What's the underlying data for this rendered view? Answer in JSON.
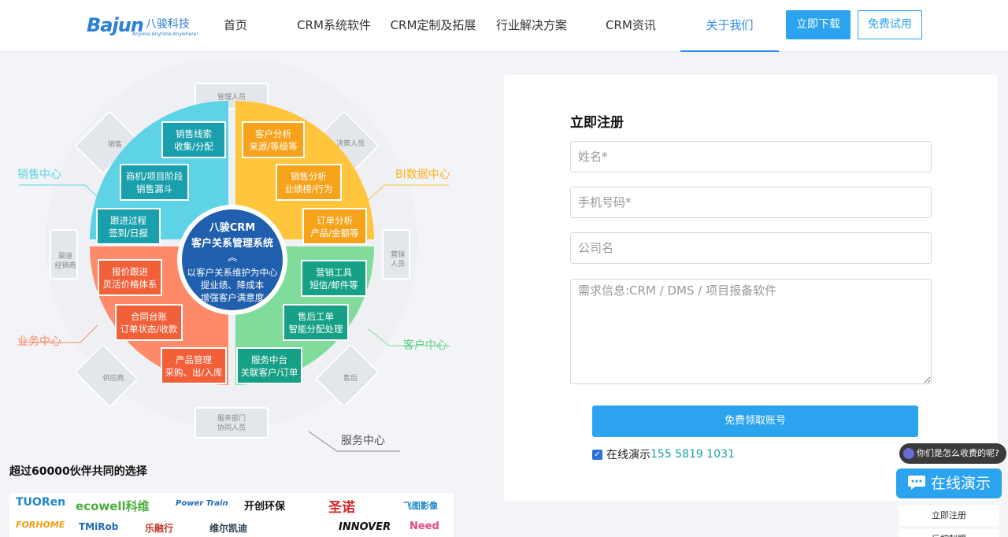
{
  "header": {
    "logo_brand": "Bajun",
    "logo_cn": "八骏科技",
    "logo_tagline": "Anyone.Anytime.Anywhere!",
    "nav": [
      "首页",
      "CRM系统软件",
      "CRM定制及拓展",
      "行业解决方案",
      "CRM资讯",
      "关于我们"
    ],
    "active_index": 5,
    "download_label": "立即下载",
    "trial_label": "免费试用"
  },
  "diagram": {
    "center_title": "八骏CRM",
    "center_subtitle": "客户关系管理系统",
    "center_line1": "以客户关系维护为中心",
    "center_line2": "提业绩、降成本",
    "center_line3": "增强客户满意度",
    "zones": {
      "sales": "销售中心",
      "bi": "BI数据中心",
      "business": "业务中心",
      "customer": "客户中心",
      "service": "服务中心"
    },
    "roles": [
      "管理人员",
      "决策人员",
      "营销人员",
      "售后",
      "服务部门协同人员",
      "供应商",
      "渠道经销商",
      "销售"
    ],
    "boxes": [
      {
        "l1": "销售线索",
        "l2": "收集/分配"
      },
      {
        "l1": "商机/项目阶段",
        "l2": "销售漏斗"
      },
      {
        "l1": "跟进过程",
        "l2": "签到/日报"
      },
      {
        "l1": "客户分析",
        "l2": "来源/等级等"
      },
      {
        "l1": "销售分析",
        "l2": "业绩榜/行为"
      },
      {
        "l1": "订单分析",
        "l2": "产品/金额等"
      },
      {
        "l1": "营销工具",
        "l2": "短信/邮件等"
      },
      {
        "l1": "售后工单",
        "l2": "智能分配处理"
      },
      {
        "l1": "服务中台",
        "l2": "关联客户/订单"
      },
      {
        "l1": "报价跟进",
        "l2": "灵活价格体系"
      },
      {
        "l1": "合同台账",
        "l2": "订单状态/收款"
      },
      {
        "l1": "产品管理",
        "l2": "采购、出/入库"
      }
    ]
  },
  "partners": {
    "title": "超过60000伙伴共同的选择",
    "logos": [
      "TUORen",
      "ecowell科维",
      "Power Train",
      "开创环保",
      "圣诺",
      "飞图影像",
      "FORHOME",
      "TMiRob",
      "乐融行",
      "维尔凯迪",
      "INNOVER",
      "Need"
    ]
  },
  "form": {
    "title": "立即注册",
    "name_placeholder": "姓名*",
    "phone_placeholder": "手机号码*",
    "company_placeholder": "公司名",
    "needs_placeholder": "需求信息:CRM / DMS / 项目报备软件",
    "submit_label": "免费领取账号",
    "demo_label": "在线演示",
    "demo_phone": "155 5819 1031",
    "demo_checked": true
  },
  "float": {
    "chat_question": "你们是怎么收费的呢?",
    "online_demo": "在线演示",
    "side_items": [
      "立即注册",
      "后控制盟"
    ]
  },
  "colors": {
    "accent": "#2ba3ef",
    "nav_active": "#2d8cf0",
    "cyan_quadrant": "#5ed3e5",
    "yellow_quadrant": "#ffc53d",
    "salmon_quadrant": "#ff8a6a",
    "green_quadrant": "#7fdc9b",
    "center": "#1f5fad"
  }
}
